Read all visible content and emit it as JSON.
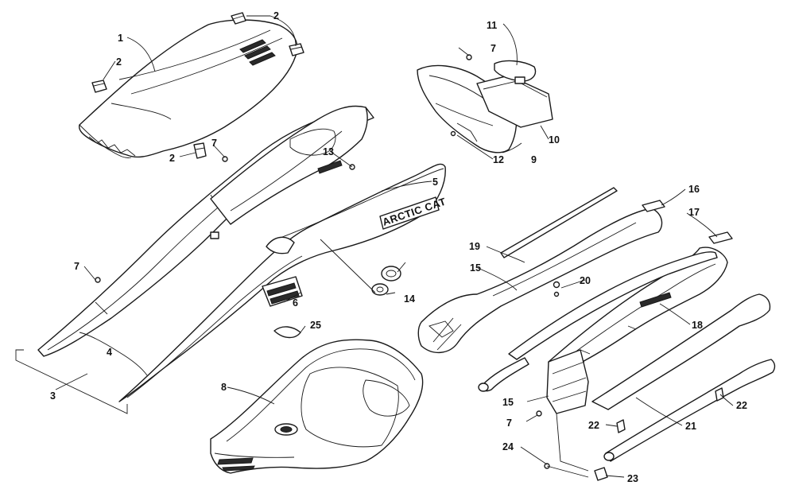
{
  "diagram": {
    "brand_logo": "ARCTIC CAT",
    "callouts": [
      {
        "id": "c1",
        "label": "1"
      },
      {
        "id": "c2a",
        "label": "2"
      },
      {
        "id": "c2b",
        "label": "2"
      },
      {
        "id": "c2c",
        "label": "2"
      },
      {
        "id": "c3",
        "label": "3"
      },
      {
        "id": "c4",
        "label": "4"
      },
      {
        "id": "c5",
        "label": "5"
      },
      {
        "id": "c6",
        "label": "6"
      },
      {
        "id": "c7a",
        "label": "7"
      },
      {
        "id": "c7b",
        "label": "7"
      },
      {
        "id": "c7c",
        "label": "7"
      },
      {
        "id": "c7d",
        "label": "7"
      },
      {
        "id": "c8",
        "label": "8"
      },
      {
        "id": "c9",
        "label": "9"
      },
      {
        "id": "c10",
        "label": "10"
      },
      {
        "id": "c11",
        "label": "11"
      },
      {
        "id": "c12",
        "label": "12"
      },
      {
        "id": "c13",
        "label": "13"
      },
      {
        "id": "c14",
        "label": "14"
      },
      {
        "id": "c15a",
        "label": "15"
      },
      {
        "id": "c15b",
        "label": "15"
      },
      {
        "id": "c16",
        "label": "16"
      },
      {
        "id": "c17",
        "label": "17"
      },
      {
        "id": "c18",
        "label": "18"
      },
      {
        "id": "c19",
        "label": "19"
      },
      {
        "id": "c20",
        "label": "20"
      },
      {
        "id": "c21",
        "label": "21"
      },
      {
        "id": "c22a",
        "label": "22"
      },
      {
        "id": "c22b",
        "label": "22"
      },
      {
        "id": "c23",
        "label": "23"
      },
      {
        "id": "c24",
        "label": "24"
      },
      {
        "id": "c25",
        "label": "25"
      }
    ]
  }
}
